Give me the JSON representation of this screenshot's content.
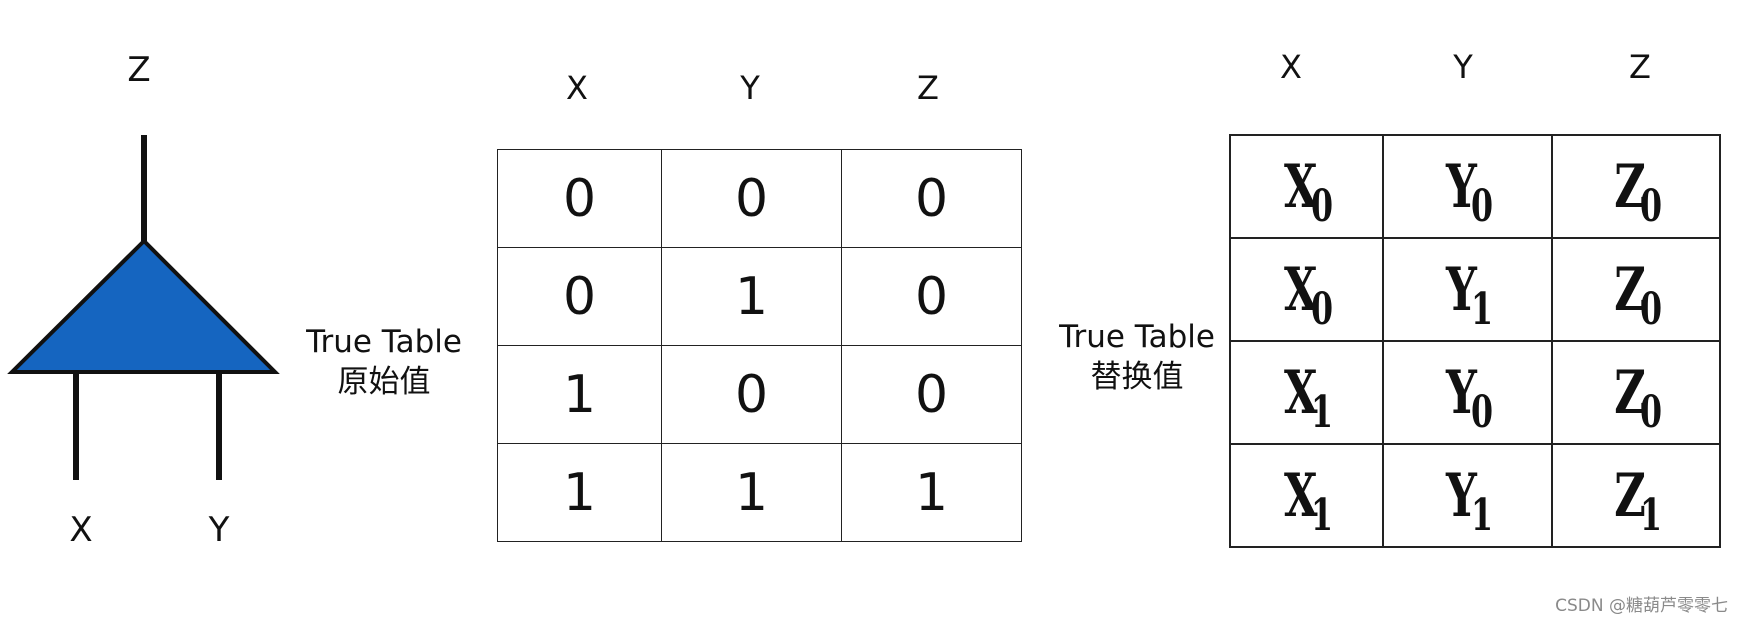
{
  "gate": {
    "output_label": "Z",
    "input_left_label": "X",
    "input_right_label": "Y",
    "fill_color": "#1565C0"
  },
  "captions": {
    "original": {
      "line1": "True Table",
      "line2": "原始值"
    },
    "substituted": {
      "line1": "True Table",
      "line2": "替换值"
    }
  },
  "original_table": {
    "headers": [
      "X",
      "Y",
      "Z"
    ],
    "rows": [
      [
        "0",
        "0",
        "0"
      ],
      [
        "0",
        "1",
        "0"
      ],
      [
        "1",
        "0",
        "0"
      ],
      [
        "1",
        "1",
        "1"
      ]
    ]
  },
  "substituted_table": {
    "headers": [
      "X",
      "Y",
      "Z"
    ],
    "rows": [
      [
        {
          "symbol": "X",
          "sub": "0"
        },
        {
          "symbol": "Y",
          "sub": "0"
        },
        {
          "symbol": "Z",
          "sub": "0"
        }
      ],
      [
        {
          "symbol": "X",
          "sub": "0"
        },
        {
          "symbol": "Y",
          "sub": "1"
        },
        {
          "symbol": "Z",
          "sub": "0"
        }
      ],
      [
        {
          "symbol": "X",
          "sub": "1"
        },
        {
          "symbol": "Y",
          "sub": "0"
        },
        {
          "symbol": "Z",
          "sub": "0"
        }
      ],
      [
        {
          "symbol": "X",
          "sub": "1"
        },
        {
          "symbol": "Y",
          "sub": "1"
        },
        {
          "symbol": "Z",
          "sub": "1"
        }
      ]
    ]
  },
  "watermark": "CSDN @糖葫芦零零七"
}
